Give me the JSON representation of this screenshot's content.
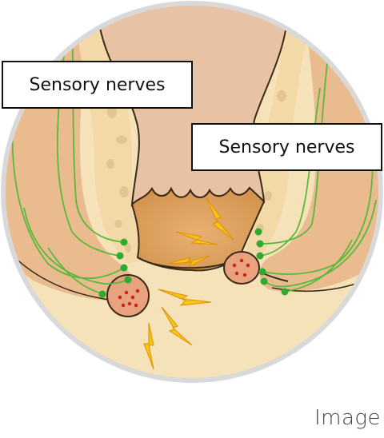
{
  "labels": {
    "left": "Sensory nerves",
    "right": "Sensory nerves"
  },
  "caption": "Image",
  "colors": {
    "circle_border": "#d9d9d9",
    "cream": "#f6e2b8",
    "tan": "#e9bb8e",
    "canal": "#dda060",
    "rectum": "#e7c2a4",
    "nerve": "#5ab83c",
    "hemorrhoid": "#e8a27e",
    "lightning": "#f5c518"
  }
}
